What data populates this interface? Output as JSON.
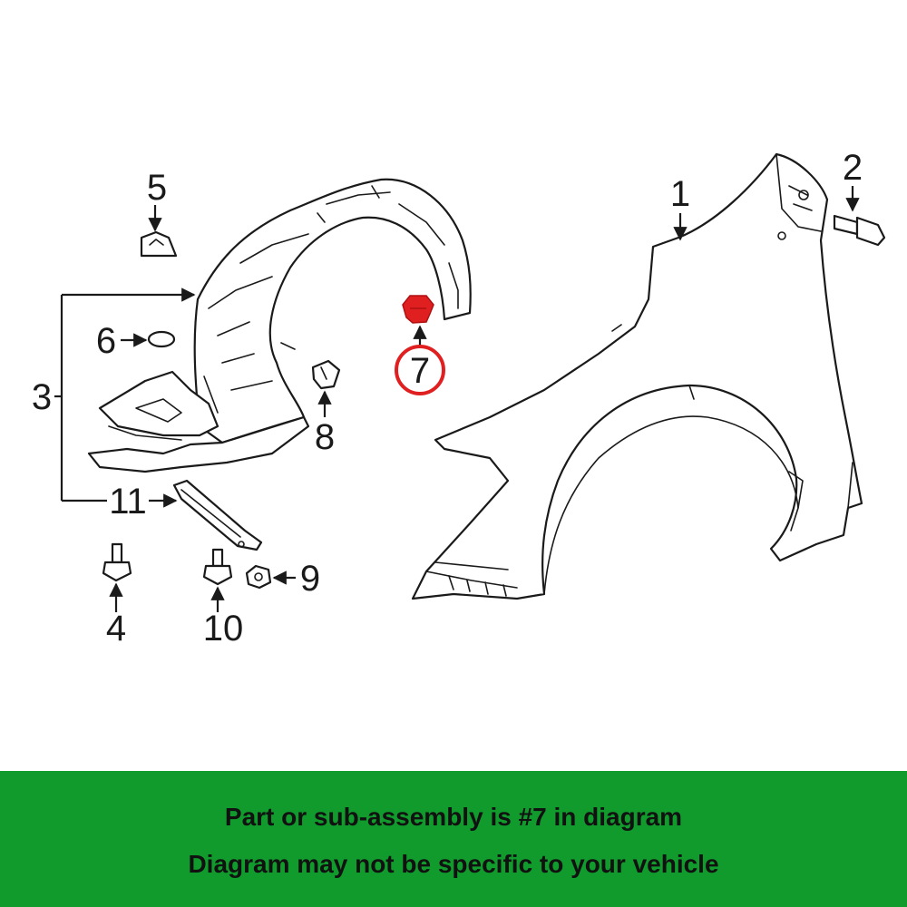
{
  "diagram": {
    "callouts": {
      "c1": "1",
      "c2": "2",
      "c3": "3",
      "c4": "4",
      "c5": "5",
      "c6": "6",
      "c7": "7",
      "c8": "8",
      "c9": "9",
      "c10": "10",
      "c11": "11"
    },
    "highlighted_part": "7",
    "colors": {
      "highlight": "#e02020",
      "line": "#1a1a1a"
    }
  },
  "footer": {
    "line1": "Part or sub-assembly is #7 in diagram",
    "line2": "Diagram may not be specific to your vehicle",
    "background": "#109b2c"
  }
}
